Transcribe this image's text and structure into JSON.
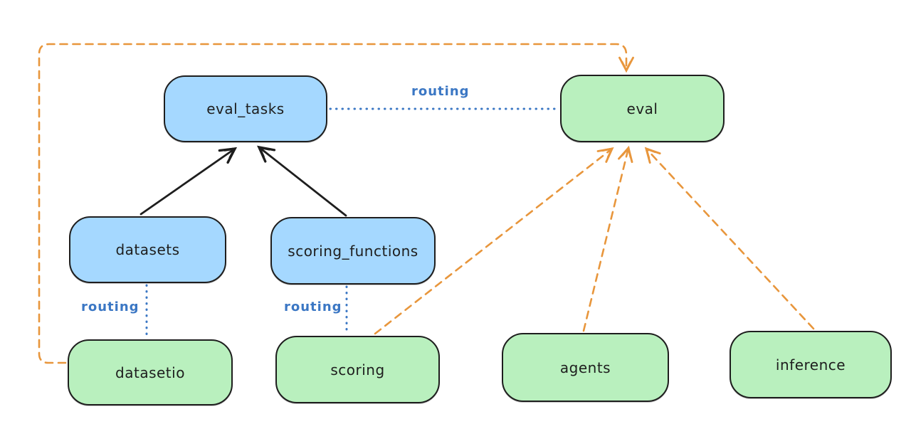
{
  "diagram_title": "",
  "colors": {
    "api_node_fill": "#a5d8ff",
    "provider_node_fill": "#b9f0be",
    "node_stroke": "#1e1e1e",
    "routing_color": "#3b77c4",
    "orange_arrow_color": "#e8963c",
    "black_arrow_color": "#1e1e1e"
  },
  "nodes": {
    "eval_tasks": {
      "label": "eval_tasks",
      "kind": "api"
    },
    "eval": {
      "label": "eval",
      "kind": "provider"
    },
    "datasets": {
      "label": "datasets",
      "kind": "api"
    },
    "scoring_functions": {
      "label": "scoring_functions",
      "kind": "api"
    },
    "datasetio": {
      "label": "datasetio",
      "kind": "provider"
    },
    "scoring": {
      "label": "scoring",
      "kind": "provider"
    },
    "agents": {
      "label": "agents",
      "kind": "provider"
    },
    "inference": {
      "label": "inference",
      "kind": "provider"
    }
  },
  "edge_labels": {
    "routing_eval_tasks_to_eval": "routing",
    "routing_datasets_to_datasetio": "routing",
    "routing_scoring_functions_to_scoring": "routing"
  },
  "edges": [
    {
      "from": "datasets",
      "to": "eval_tasks",
      "style": "solid-black-arrow"
    },
    {
      "from": "scoring_functions",
      "to": "eval_tasks",
      "style": "solid-black-arrow"
    },
    {
      "from": "eval_tasks",
      "to": "eval",
      "style": "dotted-blue",
      "label": "routing"
    },
    {
      "from": "datasets",
      "to": "datasetio",
      "style": "dotted-blue",
      "label": "routing"
    },
    {
      "from": "scoring_functions",
      "to": "scoring",
      "style": "dotted-blue",
      "label": "routing"
    },
    {
      "from": "datasetio",
      "to": "eval",
      "style": "dashed-orange-arrow"
    },
    {
      "from": "scoring",
      "to": "eval",
      "style": "dashed-orange-arrow"
    },
    {
      "from": "agents",
      "to": "eval",
      "style": "dashed-orange-arrow"
    },
    {
      "from": "inference",
      "to": "eval",
      "style": "dashed-orange-arrow"
    }
  ]
}
